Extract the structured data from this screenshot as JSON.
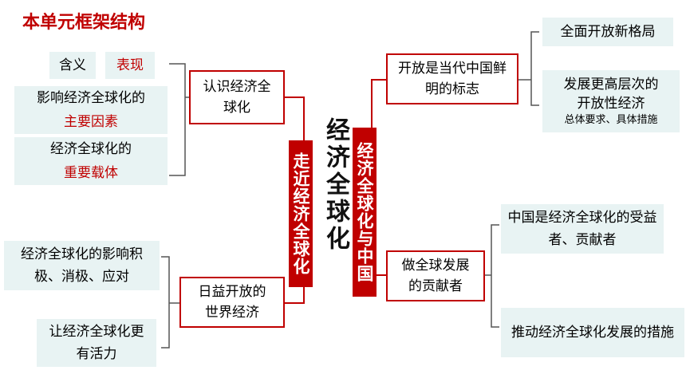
{
  "header": {
    "title": "本单元框架结构"
  },
  "center": {
    "title": "经济全球化"
  },
  "left_branch": {
    "label": "走近经济全球化",
    "node1": {
      "label": "认识经济全球化",
      "items": {
        "tag1": "含义",
        "tag2": "表现",
        "item1_line1": "影响经济全球化的",
        "item1_line2": "主要因素",
        "item2_line1": "经济全球化的",
        "item2_line2": "重要载体"
      }
    },
    "node2": {
      "label": "日益开放的世界经济",
      "items": {
        "item1": "经济全球化的影响积极、消极、应对",
        "item2": "让经济全球化更有活力"
      }
    }
  },
  "right_branch": {
    "label": "经济全球化与中国",
    "node1": {
      "label": "开放是当代中国鲜明的标志",
      "items": {
        "item1": "全面开放新格局",
        "item2_line1": "发展更高层次的",
        "item2_line2": "开放性经济",
        "item2_note": "总体要求、具体措施"
      }
    },
    "node2": {
      "label": "做全球发展的贡献者",
      "items": {
        "item1": "中国是经济全球化的受益者、贡献者",
        "item2": "推动经济全球化发展的措施"
      }
    }
  },
  "colors": {
    "accent": "#c00000",
    "box_fill": "#e8f3f3",
    "connector": "#c00000"
  }
}
